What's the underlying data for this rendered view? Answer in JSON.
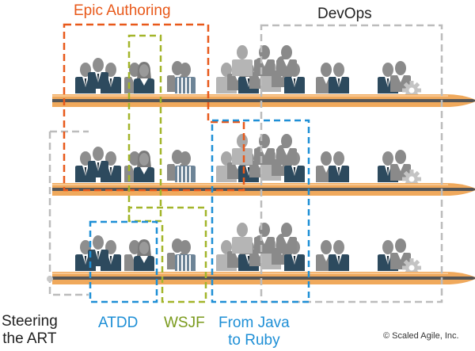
{
  "labels": {
    "epic_authoring": "Epic Authoring",
    "devops": "DevOps",
    "steering_line1": "Steering",
    "steering_line2": "the ART",
    "atdd": "ATDD",
    "wsjf": "WSJF",
    "from_java_line1": "From Java",
    "from_java_line2": "to Ruby",
    "copyright": "© Scaled Agile, Inc."
  },
  "colors": {
    "epic_orange": "#e8591a",
    "wsjf_green": "#a3b52a",
    "blue": "#1e8fd6",
    "devops_gray": "#bcbcbc",
    "train_orange": "#f0a95c",
    "train_dark": "#555555",
    "person_dark": "#2d4a5e",
    "person_gray": "#8a8a8a",
    "person_light": "#b0b0b0"
  },
  "icons": {
    "team": "people-group-icon",
    "gear": "gear-icon",
    "train": "train-rail-icon"
  }
}
